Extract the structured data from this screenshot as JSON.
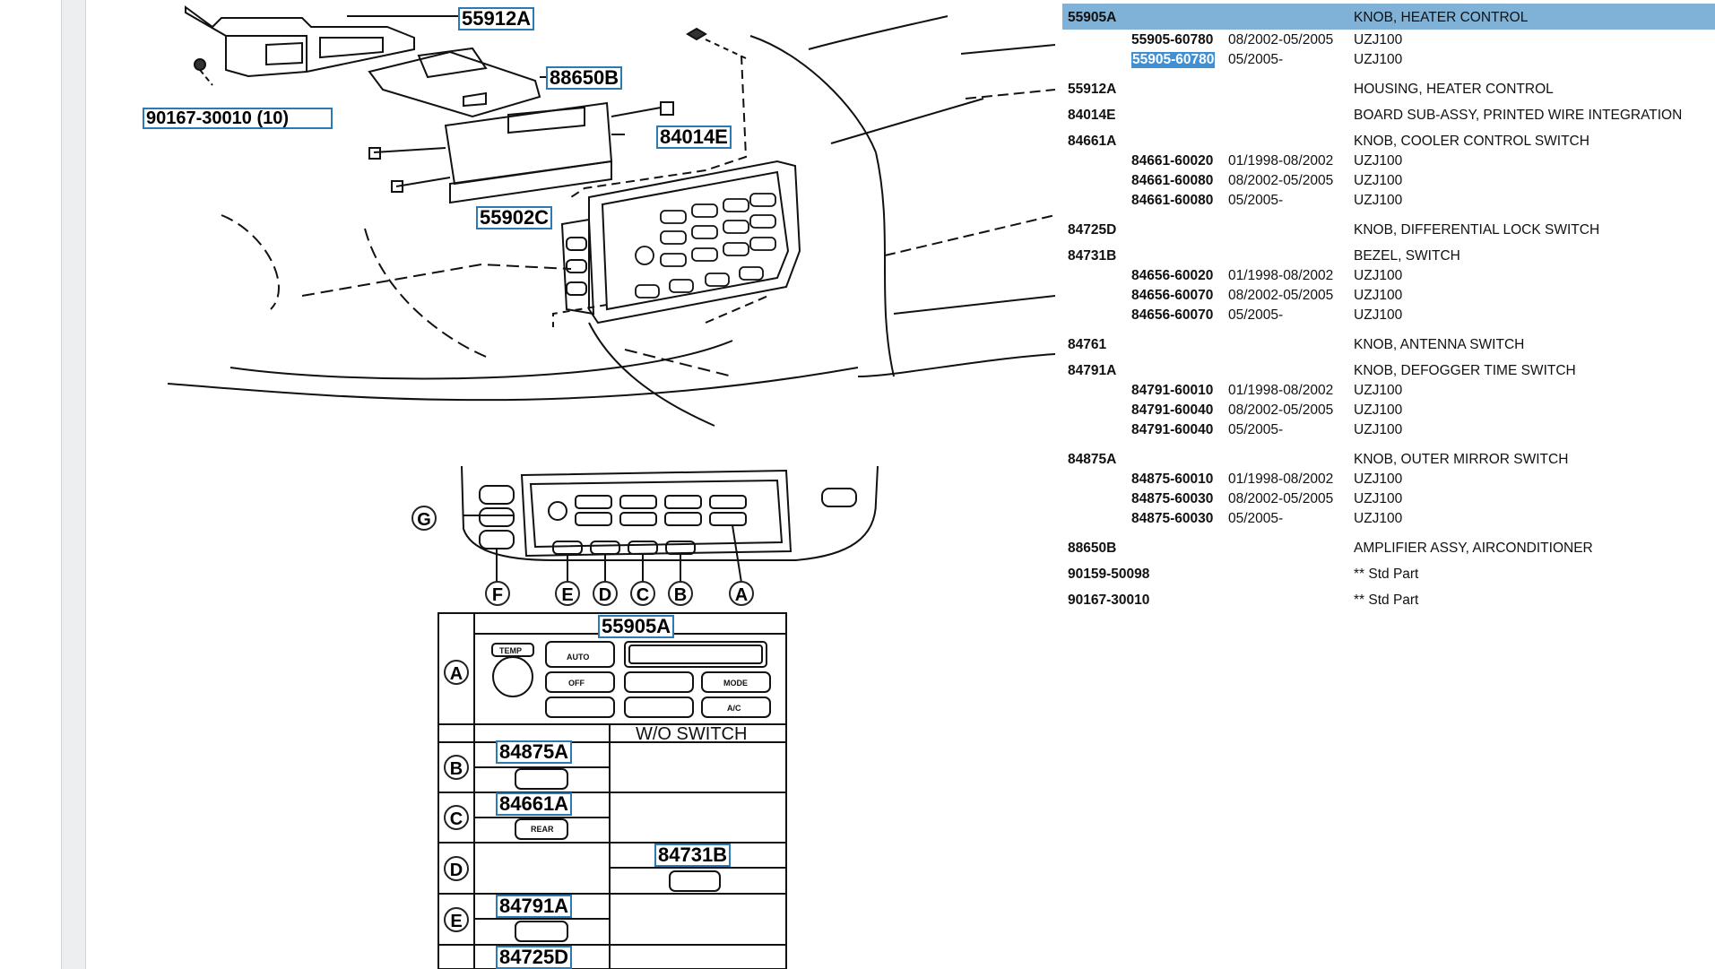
{
  "diagram": {
    "callouts": {
      "c55912A": "55912A",
      "c88650B": "88650B",
      "c90167": "90167-30010 (10)",
      "c84014E": "84014E",
      "c55902C": "55902C",
      "c55905A": "55905A",
      "c84875A": "84875A",
      "c84661A": "84661A",
      "c84731B": "84731B",
      "c84791A": "84791A",
      "c84725D": "84725D"
    },
    "letters": {
      "G": "G",
      "F": "F",
      "E": "E",
      "D": "D",
      "C": "C",
      "B": "B",
      "A": "A"
    },
    "table_letters": {
      "A": "A",
      "B": "B",
      "C": "C",
      "D": "D",
      "E": "E"
    },
    "wo_switch": "W/O SWITCH",
    "panel_labels": {
      "temp": "TEMP",
      "auto": "AUTO",
      "off": "OFF",
      "mode": "MODE",
      "ac": "A/C",
      "rear": "REAR"
    }
  },
  "parts": [
    {
      "pn": "55905A",
      "desc": "KNOB, HEATER CONTROL",
      "selected": true,
      "sub": [
        {
          "pn": "55905-60780",
          "date": "08/2002-05/2005",
          "model": "UZJ100",
          "hl": false
        },
        {
          "pn": "55905-60780",
          "date": "05/2005-",
          "model": "UZJ100",
          "hl": true
        }
      ]
    },
    {
      "pn": "55912A",
      "desc": "HOUSING, HEATER CONTROL"
    },
    {
      "pn": "84014E",
      "desc": "BOARD SUB-ASSY, PRINTED WIRE INTEGRATION"
    },
    {
      "pn": "84661A",
      "desc": "KNOB, COOLER CONTROL SWITCH",
      "sub": [
        {
          "pn": "84661-60020",
          "date": "01/1998-08/2002",
          "model": "UZJ100"
        },
        {
          "pn": "84661-60080",
          "date": "08/2002-05/2005",
          "model": "UZJ100"
        },
        {
          "pn": "84661-60080",
          "date": "05/2005-",
          "model": "UZJ100"
        }
      ]
    },
    {
      "pn": "84725D",
      "desc": "KNOB, DIFFERENTIAL LOCK SWITCH"
    },
    {
      "pn": "84731B",
      "desc": "BEZEL, SWITCH",
      "sub": [
        {
          "pn": "84656-60020",
          "date": "01/1998-08/2002",
          "model": "UZJ100"
        },
        {
          "pn": "84656-60070",
          "date": "08/2002-05/2005",
          "model": "UZJ100"
        },
        {
          "pn": "84656-60070",
          "date": "05/2005-",
          "model": "UZJ100"
        }
      ]
    },
    {
      "pn": "84761",
      "desc": "KNOB, ANTENNA SWITCH"
    },
    {
      "pn": "84791A",
      "desc": "KNOB, DEFOGGER TIME SWITCH",
      "sub": [
        {
          "pn": "84791-60010",
          "date": "01/1998-08/2002",
          "model": "UZJ100"
        },
        {
          "pn": "84791-60040",
          "date": "08/2002-05/2005",
          "model": "UZJ100"
        },
        {
          "pn": "84791-60040",
          "date": "05/2005-",
          "model": "UZJ100"
        }
      ]
    },
    {
      "pn": "84875A",
      "desc": "KNOB, OUTER MIRROR SWITCH",
      "sub": [
        {
          "pn": "84875-60010",
          "date": "01/1998-08/2002",
          "model": "UZJ100"
        },
        {
          "pn": "84875-60030",
          "date": "08/2002-05/2005",
          "model": "UZJ100"
        },
        {
          "pn": "84875-60030",
          "date": "05/2005-",
          "model": "UZJ100"
        }
      ]
    },
    {
      "pn": "88650B",
      "desc": "AMPLIFIER ASSY, AIRCONDITIONER"
    },
    {
      "pn": "90159-50098",
      "desc": "** Std Part"
    },
    {
      "pn": "90167-30010",
      "desc": "** Std Part"
    }
  ]
}
